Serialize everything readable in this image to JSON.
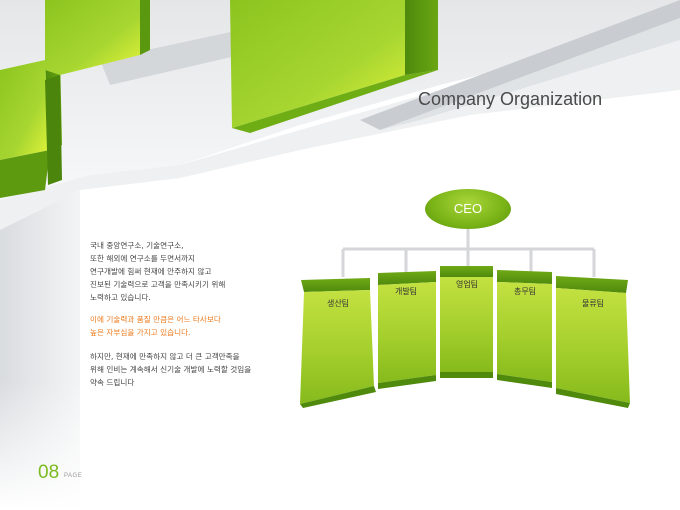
{
  "header": {
    "title": "Company Organization"
  },
  "org_chart": {
    "ceo_label": "CEO",
    "departments": [
      "생산팀",
      "개발팀",
      "영업팀",
      "총무팀",
      "물류팀"
    ]
  },
  "text_blocks": {
    "intro": [
      "국내 중앙연구소, 기술연구소,",
      "또한 해외에 연구소를 두면서까지",
      "연구개발에 힘써 현재에 안주하지 않고",
      "진보된 기술력으로 고객을 만족시키기 위해",
      "노력하고 있습니다."
    ],
    "highlight": [
      "이에 기술력과 품질 만큼은 어느 타사보다",
      "높은 자부심을 가지고 있습니다."
    ],
    "closing": [
      "하지만, 현재에 만족하지 않고 더 큰 고객만족을",
      "위해 인비는 계속해서 신기술 개발에 노력할 것임을",
      "약속 드립니다"
    ]
  },
  "footer": {
    "page_number": "08",
    "page_label": "PAGE"
  },
  "colors": {
    "accent_green": "#7bbb1e",
    "highlight_orange": "#ec7a1c"
  }
}
